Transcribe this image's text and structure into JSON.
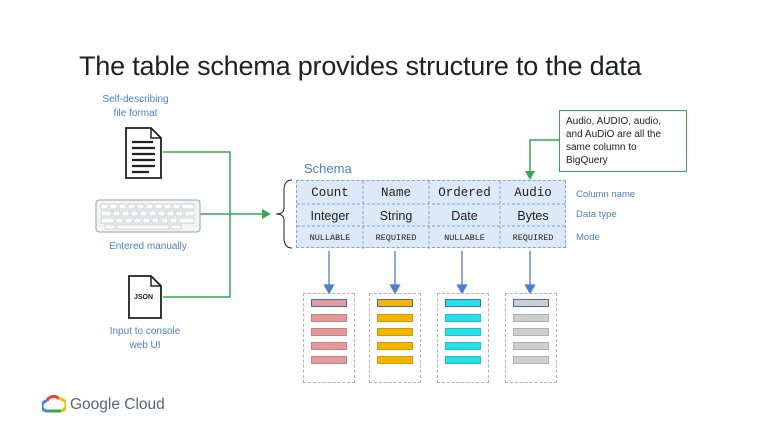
{
  "title": "The table schema provides structure to the data",
  "sources": {
    "self_describing": [
      "Self-describing",
      "file format"
    ],
    "manual": "Entered manually",
    "console": [
      "Input to console",
      "web UI"
    ],
    "json_badge": "JSON"
  },
  "schema": {
    "label": "Schema",
    "columns": [
      {
        "name": "Count",
        "type": "Integer",
        "mode": "NULLABLE"
      },
      {
        "name": "Name",
        "type": "String",
        "mode": "REQUIRED"
      },
      {
        "name": "Ordered",
        "type": "Date",
        "mode": "NULLABLE"
      },
      {
        "name": "Audio",
        "type": "Bytes",
        "mode": "REQUIRED"
      }
    ],
    "row_labels": [
      "Column name",
      "Data type",
      "Mode"
    ]
  },
  "note": "Audio, AUDIO, audio, and AuDiO are all the same column  to BigQuery",
  "colors": {
    "accent_blue": "#4a7fd4",
    "connector_green": "#34a853",
    "columns": [
      "#e39a9a",
      "#f4b400",
      "#29e0e8",
      "#cfcfcf"
    ]
  },
  "brand": "Google Cloud",
  "icons": [
    "document-icon",
    "keyboard-icon",
    "json-file-icon",
    "google-cloud-logo-icon"
  ]
}
